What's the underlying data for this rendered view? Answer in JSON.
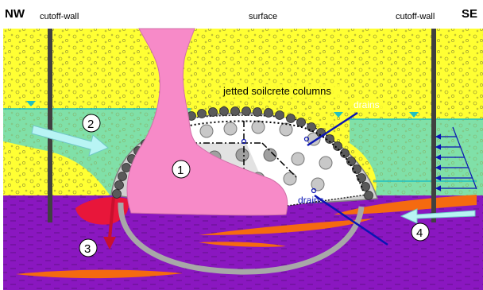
{
  "labels": {
    "nw": "NW",
    "se": "SE",
    "cutoff_wall_left": "cutoff-wall",
    "cutoff_wall_right": "cutoff-wall",
    "surface": "surface",
    "soilcrete": "jetted soilcrete columns",
    "drains_upper": "drains",
    "drains_lower": "drains"
  },
  "markers": [
    "1",
    "2",
    "3",
    "4"
  ],
  "colors": {
    "sand_layer": "#ffff33",
    "groundwater": "#80e0a8",
    "clay_layer": "#8a17c0",
    "pink_body": "#f78ac8",
    "water_arrow": "#b8f4f4",
    "red_flow": "#e8163a",
    "orange_seams": "#f56a10",
    "drain_line": "#0a14b4",
    "shell_grey": "#a8a8a8",
    "cutoff_wall": "#404040"
  }
}
